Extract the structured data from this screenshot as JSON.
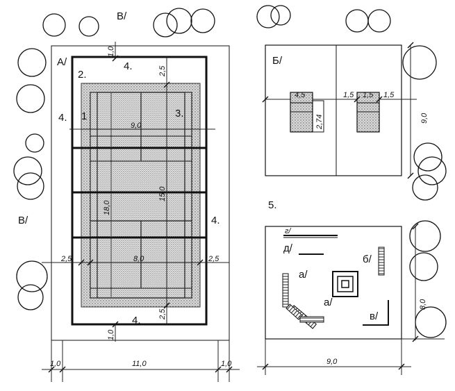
{
  "left_plan": {
    "label_top_v": "В/",
    "label_left_v": "В/",
    "label_a": "А/",
    "num_2": "2.",
    "num_4_top": "4.",
    "num_4_left": "4.",
    "num_1": "1",
    "num_3": "3.",
    "num_4_right": "4.",
    "num_4_bottom": "4.",
    "dim_top_1_0": "1,0",
    "dim_top_2_5": "2,5",
    "dim_9_0": "9,0",
    "dim_18_0": "18,0",
    "dim_15_0": "15,0",
    "dim_8_0": "8,0",
    "dim_left_2_5": "2,5",
    "dim_right_2_5": "2,5",
    "dim_bottom_2_5": "2,5",
    "dim_bottom_1_0": "1,0",
    "dim_base_left_1_0": "1,0",
    "dim_base_11_0": "11,0",
    "dim_base_right_1_0": "1,0"
  },
  "right_top_plan": {
    "label_b": "Б/",
    "dim_4_5": "4,5",
    "dim_2_74": "2,74",
    "dim_1_5_a": "1,5",
    "dim_1_5_mid": "1,5",
    "dim_1_5_b": "1,5",
    "dim_9_0": "9,0"
  },
  "right_bottom_plan": {
    "num_5": "5.",
    "label_g": "г/",
    "label_d": "д/",
    "label_a1": "а/",
    "label_a2": "а/",
    "label_b": "б/",
    "label_v": "в/",
    "dim_8_0": "8,0",
    "dim_9_0": "9,0"
  }
}
